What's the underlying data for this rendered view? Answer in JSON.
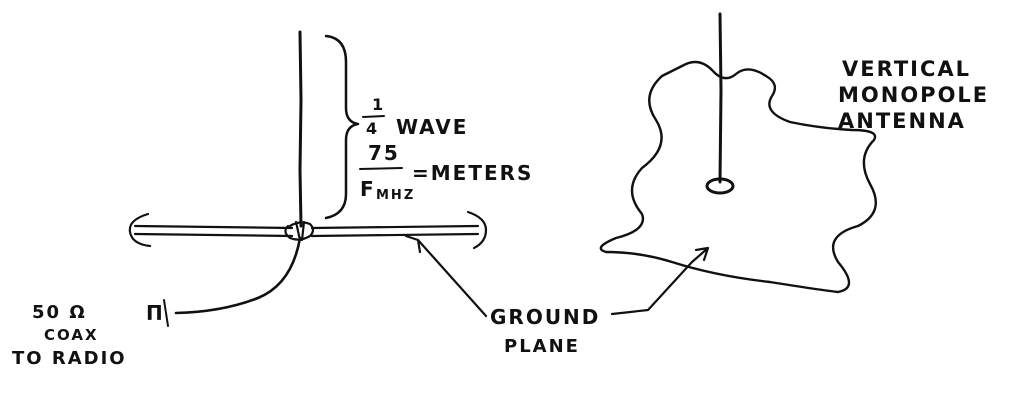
{
  "left_antenna": {
    "fraction_numerator": "1",
    "fraction_denominator": "4",
    "wave_label": "WAVE",
    "formula_numerator": "75",
    "formula_denominator": "F",
    "formula_denominator_sub": "MHZ",
    "formula_result": "=METERS",
    "coax_line1": "50 Ω",
    "coax_line2": "COAX",
    "coax_line3": "TO RADIO",
    "coax_symbol": "Π"
  },
  "shared": {
    "ground_line1": "GROUND",
    "ground_line2": "PLANE"
  },
  "right_antenna": {
    "title_line1": "VERTICAL",
    "title_line2": "MONOPOLE",
    "title_line3": "ANTENNA"
  }
}
